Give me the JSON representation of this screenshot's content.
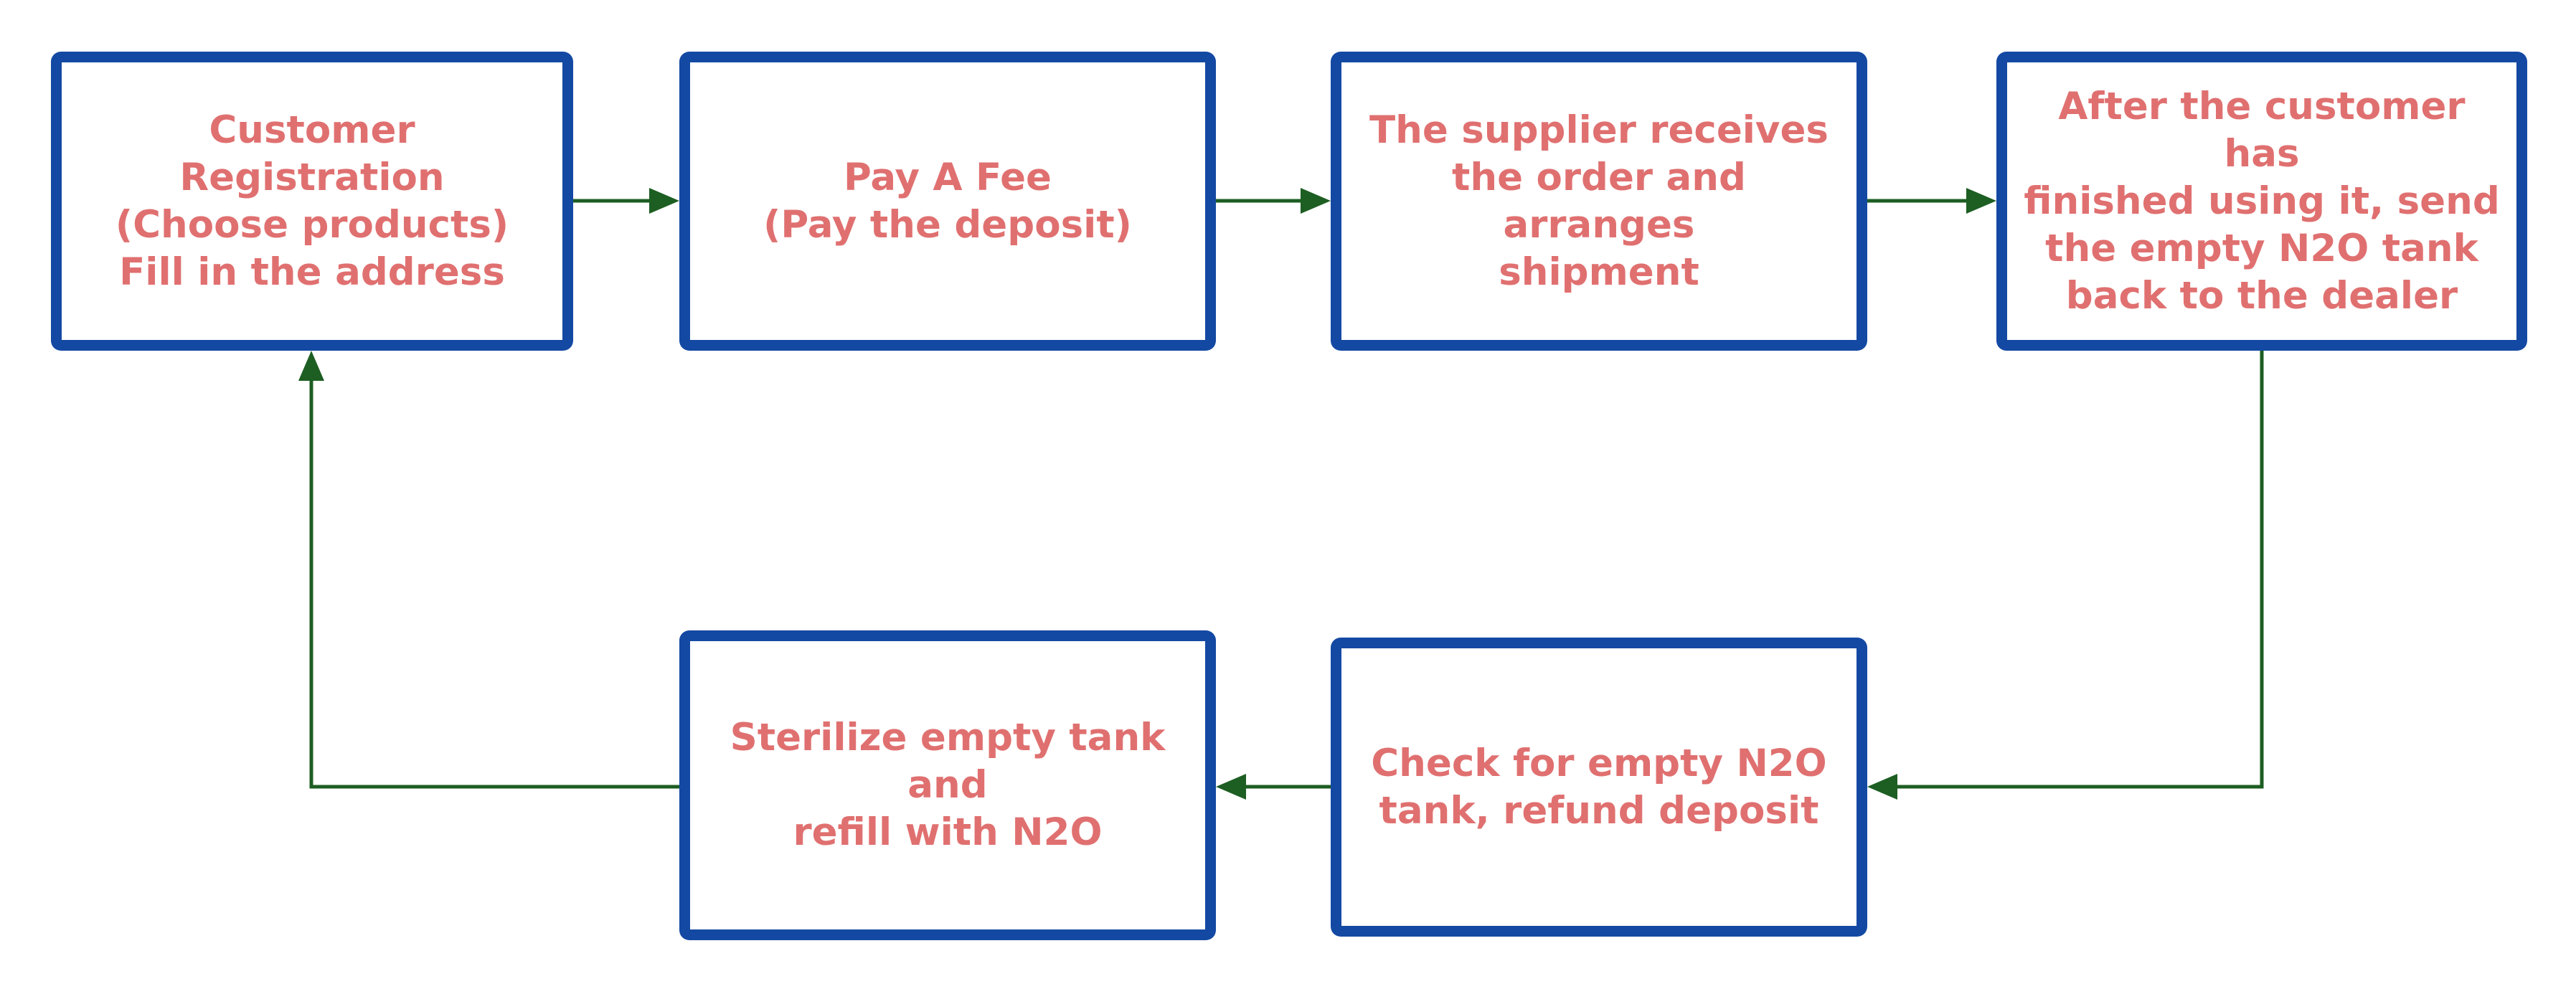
{
  "diagram": {
    "colors": {
      "box_border": "#1449a3",
      "box_text": "#e07070",
      "connector": "#1d5e22"
    },
    "steps": [
      {
        "id": "customer-registration",
        "text": "Customer Registration\n(Choose products)\nFill in the address"
      },
      {
        "id": "pay-a-fee",
        "text": "Pay A Fee\n(Pay the deposit)"
      },
      {
        "id": "supplier-ships",
        "text": "The supplier receives\nthe order and arranges\nshipment"
      },
      {
        "id": "return-empty-tank",
        "text": "After the customer has\nfinished using it, send\nthe empty N2O tank\nback to the dealer"
      },
      {
        "id": "check-refund",
        "text": "Check for empty N2O\ntank, refund deposit"
      },
      {
        "id": "sterilize-refill",
        "text": "Sterilize empty tank and\nrefill with N2O"
      }
    ],
    "connections": [
      {
        "from": "customer-registration",
        "to": "pay-a-fee"
      },
      {
        "from": "pay-a-fee",
        "to": "supplier-ships"
      },
      {
        "from": "supplier-ships",
        "to": "return-empty-tank"
      },
      {
        "from": "return-empty-tank",
        "to": "check-refund"
      },
      {
        "from": "check-refund",
        "to": "sterilize-refill"
      },
      {
        "from": "sterilize-refill",
        "to": "customer-registration"
      }
    ]
  }
}
